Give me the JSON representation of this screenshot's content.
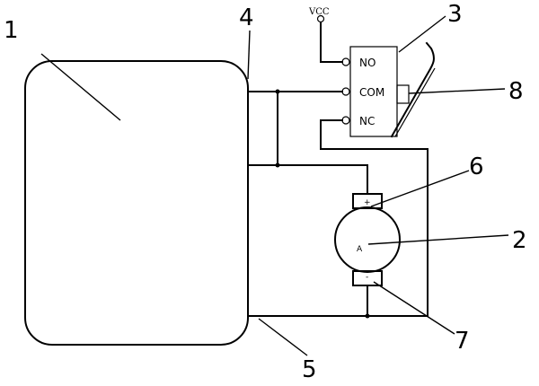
{
  "supply": {
    "label": "VCC"
  },
  "switch": {
    "terminals": {
      "no": "NO",
      "com": "COM",
      "nc": "NC"
    }
  },
  "motor": {
    "center_label": "A",
    "plus": "+",
    "minus": "-"
  },
  "callouts": [
    "1",
    "2",
    "3",
    "4",
    "5",
    "6",
    "7",
    "8"
  ]
}
